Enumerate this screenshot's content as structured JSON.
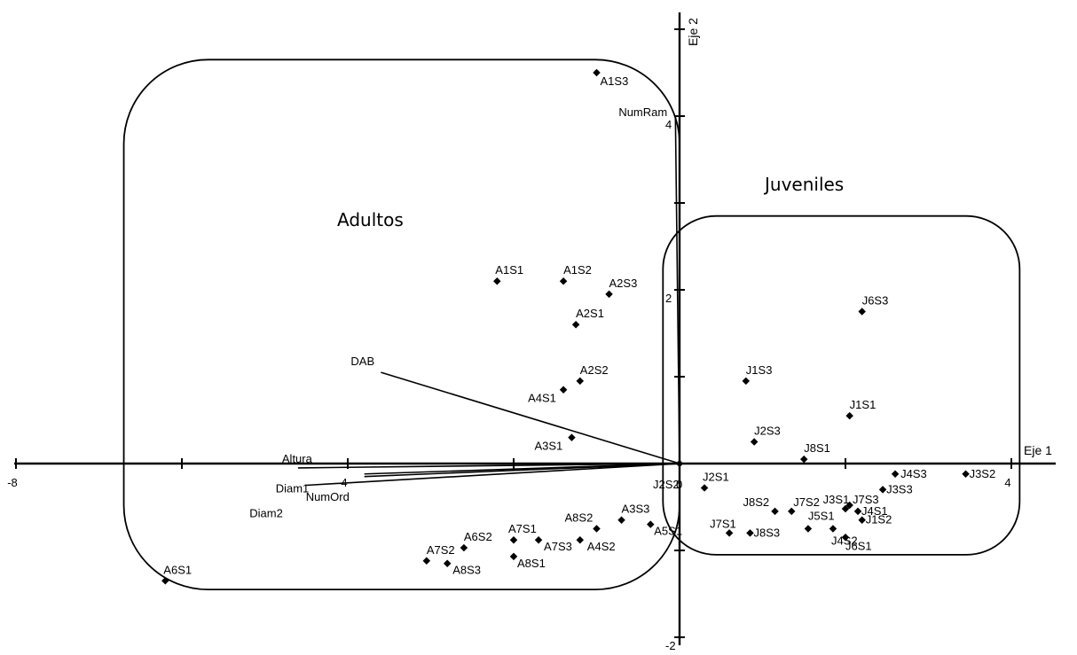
{
  "chart_data": {
    "type": "scatter",
    "xlabel": "Eje 1",
    "ylabel": "Eje 2",
    "xlim": [
      -8,
      4.5
    ],
    "ylim": [
      -2.1,
      5.2
    ],
    "xticks": [
      -8,
      -6,
      -4,
      -2,
      0,
      2,
      4
    ],
    "yticks": [
      -2,
      -1,
      0,
      1,
      2,
      3,
      4,
      5
    ],
    "xtick_labels": [
      {
        "x": -8,
        "label": "-8"
      },
      {
        "x": -4,
        "label": "4"
      },
      {
        "x": 4,
        "label": "4"
      }
    ],
    "ytick_labels": [
      {
        "y": 4,
        "label": "4"
      },
      {
        "y": 2,
        "label": "2"
      },
      {
        "y": -2,
        "label": "-2"
      }
    ],
    "origin_label": "0",
    "groups": [
      {
        "label": "Adultos",
        "xmin": -6.7,
        "xmax": 0.0,
        "ymin": -1.45,
        "ymax": 4.65
      },
      {
        "label": "Juveniles",
        "xmin": -0.2,
        "xmax": 4.1,
        "ymin": -1.05,
        "ymax": 2.85
      }
    ],
    "vectors": [
      {
        "label": "DAB",
        "x": -3.6,
        "y": 1.05
      },
      {
        "label": "Altura",
        "x": -4.6,
        "y": -0.05
      },
      {
        "label": "Diam1",
        "x": -3.8,
        "y": -0.15
      },
      {
        "label": "Diam2",
        "x": -4.5,
        "y": -0.25
      },
      {
        "label": "NumOrd",
        "x": -3.8,
        "y": -0.12
      },
      {
        "label": "NumRam",
        "x": -0.05,
        "y": 4.0
      }
    ],
    "points": [
      {
        "label": "A1S3",
        "x": -1.0,
        "y": 4.5
      },
      {
        "label": "A1S1",
        "x": -2.2,
        "y": 2.1
      },
      {
        "label": "A1S2",
        "x": -1.4,
        "y": 2.1
      },
      {
        "label": "A2S3",
        "x": -0.85,
        "y": 1.95
      },
      {
        "label": "A2S1",
        "x": -1.25,
        "y": 1.6
      },
      {
        "label": "A2S2",
        "x": -1.2,
        "y": 0.95
      },
      {
        "label": "A4S1",
        "x": -1.4,
        "y": 0.85
      },
      {
        "label": "A3S1",
        "x": -1.3,
        "y": 0.3
      },
      {
        "label": "A8S2",
        "x": -1.0,
        "y": -0.75
      },
      {
        "label": "A3S3",
        "x": -0.7,
        "y": -0.65
      },
      {
        "label": "A5S1",
        "x": -0.35,
        "y": -0.7
      },
      {
        "label": "A4S2",
        "x": -1.2,
        "y": -0.88
      },
      {
        "label": "A7S1",
        "x": -2.0,
        "y": -0.88
      },
      {
        "label": "A7S3",
        "x": -1.7,
        "y": -0.88
      },
      {
        "label": "A8S1",
        "x": -2.0,
        "y": -1.07
      },
      {
        "label": "A6S2",
        "x": -2.6,
        "y": -0.97
      },
      {
        "label": "A7S2",
        "x": -3.05,
        "y": -1.12
      },
      {
        "label": "A8S3",
        "x": -2.8,
        "y": -1.15
      },
      {
        "label": "A6S1",
        "x": -6.2,
        "y": -1.35
      },
      {
        "label": "J2S2",
        "x": 0.0,
        "y": 0.0
      },
      {
        "label": "J6S3",
        "x": 2.2,
        "y": 1.75
      },
      {
        "label": "J1S3",
        "x": 0.8,
        "y": 0.95
      },
      {
        "label": "J1S1",
        "x": 2.05,
        "y": 0.55
      },
      {
        "label": "J2S3",
        "x": 0.9,
        "y": 0.25
      },
      {
        "label": "J8S1",
        "x": 1.5,
        "y": 0.05
      },
      {
        "label": "J2S1",
        "x": 0.3,
        "y": -0.28
      },
      {
        "label": "J4S3",
        "x": 2.6,
        "y": -0.12
      },
      {
        "label": "J3S2",
        "x": 3.45,
        "y": -0.12
      },
      {
        "label": "J3S1",
        "x": 2.05,
        "y": -0.48
      },
      {
        "label": "J3S3",
        "x": 2.45,
        "y": -0.3
      },
      {
        "label": "J7S3",
        "x": 2.0,
        "y": -0.52
      },
      {
        "label": "J8S2",
        "x": 1.15,
        "y": -0.55
      },
      {
        "label": "J7S2",
        "x": 1.35,
        "y": -0.55
      },
      {
        "label": "J4S1",
        "x": 2.15,
        "y": -0.55
      },
      {
        "label": "J1S2",
        "x": 2.2,
        "y": -0.65
      },
      {
        "label": "J5S1",
        "x": 1.55,
        "y": -0.75
      },
      {
        "label": "J4S2",
        "x": 1.85,
        "y": -0.75
      },
      {
        "label": "J7S1",
        "x": 0.6,
        "y": -0.8
      },
      {
        "label": "J8S3",
        "x": 0.85,
        "y": -0.8
      },
      {
        "label": "J6S1",
        "x": 2.0,
        "y": -0.85
      }
    ]
  }
}
